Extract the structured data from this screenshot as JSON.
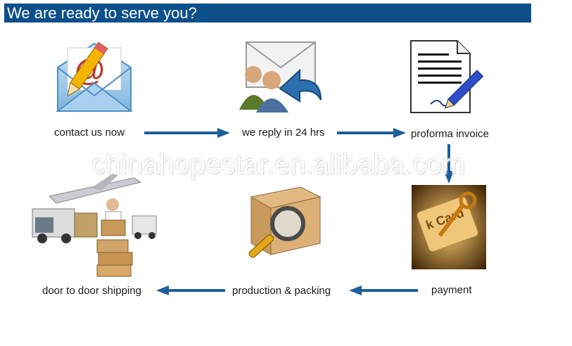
{
  "banner": {
    "title": "We are ready to serve you?"
  },
  "steps": {
    "contact": {
      "label": "contact us now",
      "icon": "email-envelope-pencil-icon"
    },
    "reply": {
      "label": "we reply in 24 hrs",
      "icon": "reply-mail-icon"
    },
    "proforma": {
      "label": "proforma invoice",
      "icon": "document-pen-icon"
    },
    "payment": {
      "label": "payment",
      "icon": "bank-card-key-icon"
    },
    "production": {
      "label": "production & packing",
      "icon": "box-magnifier-icon"
    },
    "shipping": {
      "label": "door to door shipping",
      "icon": "shipping-logistics-icon"
    }
  },
  "watermark": {
    "text": "chinahopestar.en.alibaba.com"
  },
  "colors": {
    "banner": "#0d4f8b",
    "arrow": "#1d5f9a",
    "text": "#1a1a1a"
  }
}
